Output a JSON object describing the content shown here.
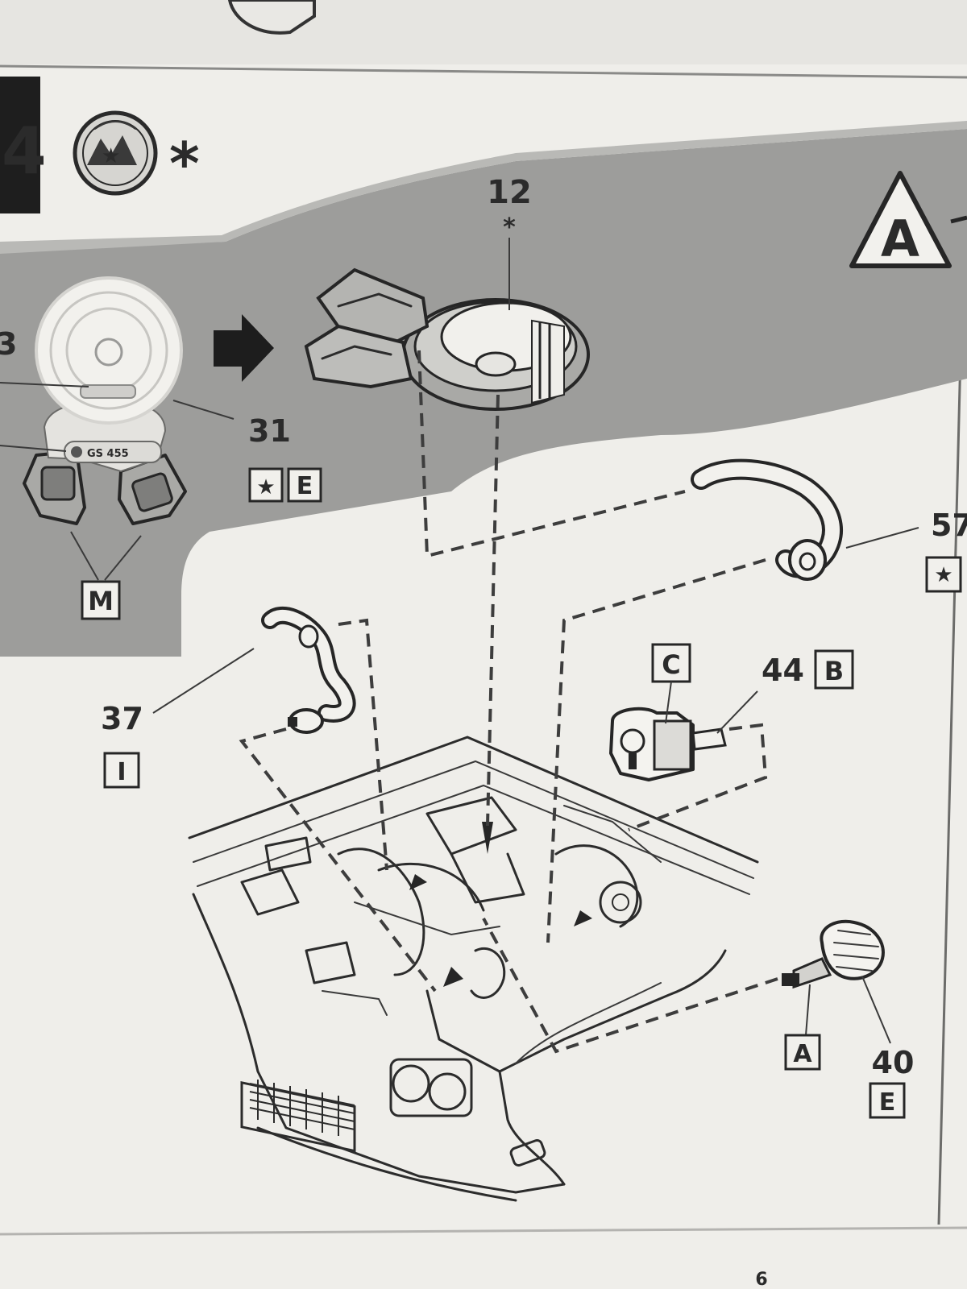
{
  "step": {
    "paint_symbol": "*",
    "alignment_marker": "A"
  },
  "callouts": {
    "part_12": {
      "number": "12",
      "mark": "*"
    },
    "part_3": {
      "number": "3"
    },
    "part_31": {
      "number": "31",
      "codes": [
        "★",
        "E"
      ]
    },
    "part_m": {
      "code": "M"
    },
    "part_57": {
      "number": "57",
      "code": "★"
    },
    "part_37": {
      "number": "37",
      "code": "I"
    },
    "part_44": {
      "number": "44",
      "code": "B"
    },
    "part_c": {
      "code": "C"
    },
    "part_40": {
      "number": "40",
      "code": "E"
    },
    "part_a": {
      "code": "A"
    }
  },
  "decal": {
    "badge_text": "GS 455"
  },
  "page_number": "6",
  "icons": {
    "paint_icon": "painted-parts-roundel",
    "arrow_icon": "right-arrow",
    "marker_icon": "triangle-marker"
  },
  "colors": {
    "paper": "#f1f0ec",
    "grey_panel": "#9c9c9a",
    "ink": "#262626"
  }
}
